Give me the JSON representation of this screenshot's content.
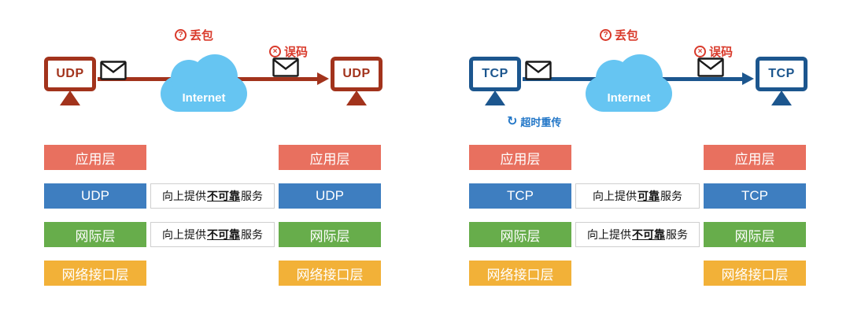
{
  "colors": {
    "udp_accent": "#A2331C",
    "tcp_accent": "#1C568E",
    "cloud_blue": "#66C5F2",
    "error_red": "#D93A2B",
    "retransmit_blue": "#2176C7",
    "application_layer": "#E8705F",
    "transport_layer": "#3E7EC0",
    "internet_layer": "#67AD4B",
    "network_interface_layer": "#F2B138"
  },
  "panels": [
    {
      "name": "udp",
      "protocol": "UDP",
      "cloud_label": "Internet",
      "packet_loss_label": "丢包",
      "bit_error_label": "误码",
      "layers_left": [
        "应用层",
        "UDP",
        "网际层",
        "网络接口层"
      ],
      "layers_right": [
        "应用层",
        "UDP",
        "网际层",
        "网络接口层"
      ],
      "middle_notes": [
        {
          "prefix": "向上提供",
          "emphasis": "不可靠",
          "suffix": "服务"
        },
        {
          "prefix": "向上提供",
          "emphasis": "不可靠",
          "suffix": "服务"
        }
      ]
    },
    {
      "name": "tcp",
      "protocol": "TCP",
      "cloud_label": "Internet",
      "packet_loss_label": "丢包",
      "bit_error_label": "误码",
      "retransmit_label": "超时重传",
      "layers_left": [
        "应用层",
        "TCP",
        "网际层",
        "网络接口层"
      ],
      "layers_right": [
        "应用层",
        "TCP",
        "网际层",
        "网络接口层"
      ],
      "middle_notes": [
        {
          "prefix": "向上提供",
          "emphasis": "可靠",
          "suffix": "服务"
        },
        {
          "prefix": "向上提供",
          "emphasis": "不可靠",
          "suffix": "服务"
        }
      ]
    }
  ]
}
